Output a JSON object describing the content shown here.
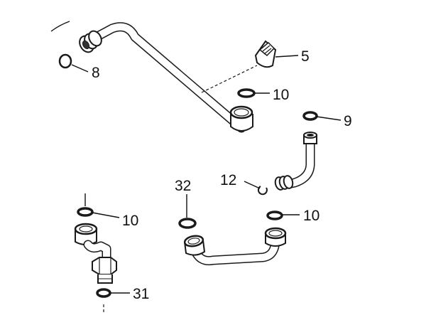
{
  "diagram": {
    "callouts": [
      {
        "id": "c8",
        "text": "8"
      },
      {
        "id": "c5",
        "text": "5"
      },
      {
        "id": "c10a",
        "text": "10"
      },
      {
        "id": "c9",
        "text": "9"
      },
      {
        "id": "c12",
        "text": "12"
      },
      {
        "id": "c32",
        "text": "32"
      },
      {
        "id": "c10b",
        "text": "10"
      },
      {
        "id": "c10c",
        "text": "10"
      },
      {
        "id": "c31",
        "text": "31"
      }
    ]
  }
}
